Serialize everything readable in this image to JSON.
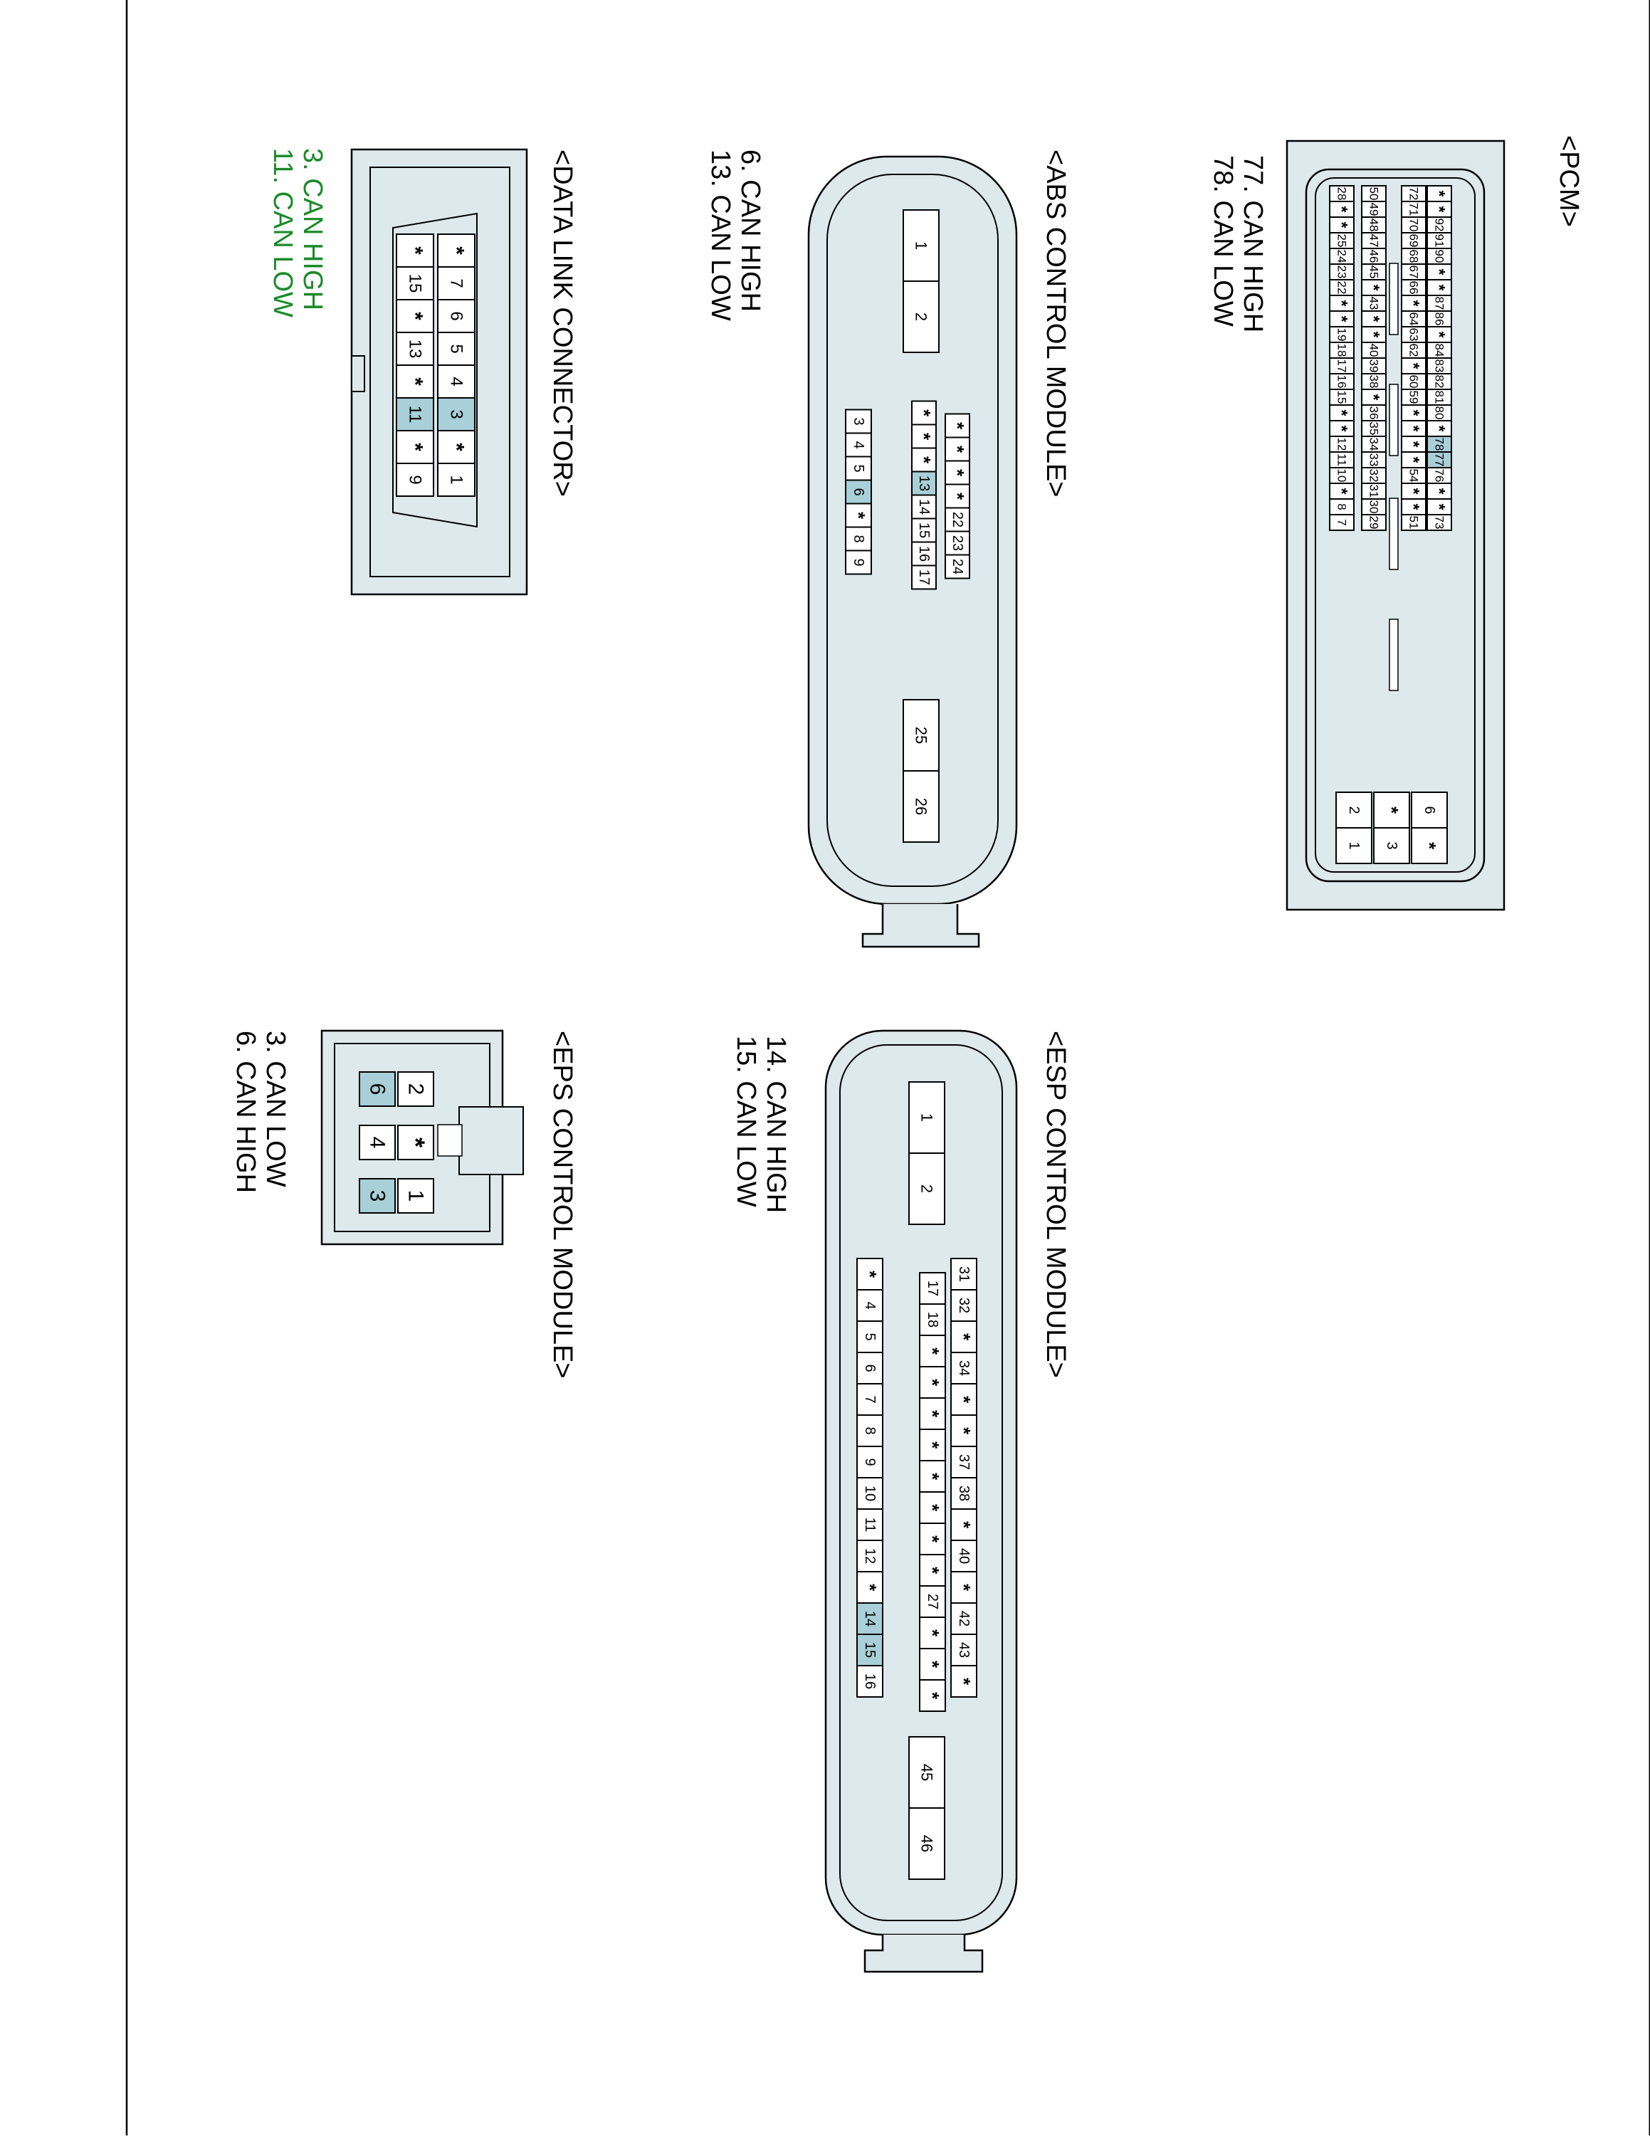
{
  "colors": {
    "connector_body": "#dde9ea",
    "highlight_pin": "#a9cfd8",
    "frame_line": "#000000",
    "note_green": "#1a8a2a"
  },
  "connectors": [
    {
      "id": "pcm",
      "title": "<PCM>",
      "notes": [
        "77. CAN HIGH",
        "78. CAN LOW"
      ],
      "note_color": "black",
      "highlighted": [
        "77",
        "78"
      ],
      "rows": [
        [
          "*",
          "*",
          "92",
          "91",
          "90",
          "*",
          "*",
          "87",
          "86",
          "*",
          "84",
          "83",
          "82",
          "81",
          "80",
          "*",
          "78",
          "77",
          "76",
          "*",
          "*",
          "73"
        ],
        [
          "72",
          "71",
          "70",
          "69",
          "68",
          "67",
          "66",
          "*",
          "64",
          "63",
          "62",
          "*",
          "60",
          "59",
          "*",
          "*",
          "*",
          "*",
          "54",
          "*",
          "*",
          "51"
        ],
        [
          "50",
          "49",
          "48",
          "47",
          "46",
          "45",
          "*",
          "43",
          "*",
          "*",
          "40",
          "39",
          "38",
          "*",
          "36",
          "35",
          "34",
          "33",
          "32",
          "31",
          "30",
          "29"
        ],
        [
          "28",
          "*",
          "*",
          "25",
          "24",
          "23",
          "22",
          "*",
          "*",
          "19",
          "18",
          "17",
          "16",
          "15",
          "*",
          "*",
          "12",
          "11",
          "10",
          "*",
          "8",
          "7"
        ]
      ],
      "small_block": [
        [
          "6",
          "*"
        ],
        [
          "*",
          "3"
        ],
        [
          "2",
          "1"
        ]
      ]
    },
    {
      "id": "abs",
      "title": "<ABS CONTROL MODULE>",
      "notes": [
        "6. CAN HIGH",
        "13. CAN LOW"
      ],
      "note_color": "black",
      "highlighted": [
        "6",
        "13"
      ],
      "power_top": [
        "1",
        "2"
      ],
      "power_bottom": [
        "25",
        "26"
      ],
      "row_a": [
        "*",
        "*",
        "*",
        "*",
        "22",
        "23",
        "24"
      ],
      "row_b": [
        "*",
        "*",
        "*",
        "13",
        "14",
        "15",
        "16",
        "17"
      ],
      "row_c": [
        "3",
        "4",
        "5",
        "6",
        "*",
        "8",
        "9"
      ]
    },
    {
      "id": "dlc",
      "title": "<DATA LINK CONNECTOR>",
      "notes": [
        "3. CAN HIGH",
        "11. CAN LOW"
      ],
      "note_color": "green",
      "highlighted": [
        "3",
        "11"
      ],
      "row_top": [
        "*",
        "7",
        "6",
        "5",
        "4",
        "3",
        "*",
        "1"
      ],
      "row_bottom": [
        "*",
        "15",
        "*",
        "13",
        "*",
        "11",
        "*",
        "9"
      ]
    },
    {
      "id": "esp",
      "title": "<ESP CONTROL MODULE>",
      "notes": [
        "14. CAN HIGH",
        "15. CAN LOW"
      ],
      "note_color": "black",
      "highlighted": [
        "14",
        "15"
      ],
      "power_top": [
        "1",
        "2"
      ],
      "power_bottom": [
        "45",
        "46"
      ],
      "row_a": [
        "31",
        "32",
        "*",
        "34",
        "*",
        "*",
        "37",
        "38",
        "*",
        "40",
        "*",
        "42",
        "43",
        "*"
      ],
      "row_b": [
        "17",
        "18",
        "*",
        "*",
        "*",
        "*",
        "*",
        "*",
        "*",
        "*",
        "27",
        "*",
        "*",
        "*"
      ],
      "row_c": [
        "*",
        "4",
        "5",
        "6",
        "7",
        "8",
        "9",
        "10",
        "11",
        "12",
        "*",
        "14",
        "15",
        "16"
      ]
    },
    {
      "id": "eps",
      "title": "<EPS CONTROL MODULE>",
      "notes": [
        "3. CAN LOW",
        "6. CAN HIGH"
      ],
      "note_color": "black",
      "highlighted": [
        "3",
        "6"
      ],
      "pins_top": [
        "2",
        "*",
        "1"
      ],
      "pins_bottom": [
        "6",
        "4",
        "3"
      ]
    }
  ]
}
